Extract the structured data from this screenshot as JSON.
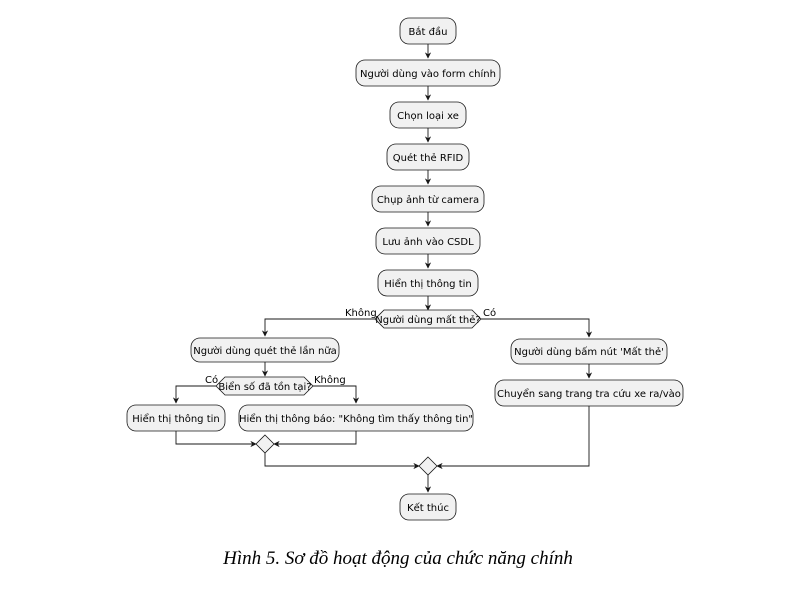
{
  "nodes": {
    "start": "Bắt đầu",
    "main_form": "Người dùng vào form chính",
    "choose_type": "Chọn loại xe",
    "scan_rfid": "Quét thẻ RFID",
    "capture": "Chụp ảnh từ camera",
    "save_db": "Lưu ảnh vào CSDL",
    "show_info": "Hiển thị thông tin",
    "rescan": "Người dùng quét thẻ lần nữa",
    "show_info2": "Hiển thị thông tin",
    "not_found": "Hiển thị thông báo: \"Không tìm thấy thông tin\"",
    "lost_button": "Người dùng bấm nút 'Mất thẻ'",
    "lookup": "Chuyển sang trang tra cứu xe ra/vào",
    "end": "Kết thúc"
  },
  "decisions": {
    "lost_card": "Người dùng mất thẻ?",
    "plate_exists": "Biển số đã tồn tại?"
  },
  "branches": {
    "no": "Không",
    "yes": "Có"
  },
  "caption": "Hình 5. Sơ đồ hoạt động của chức năng chính"
}
